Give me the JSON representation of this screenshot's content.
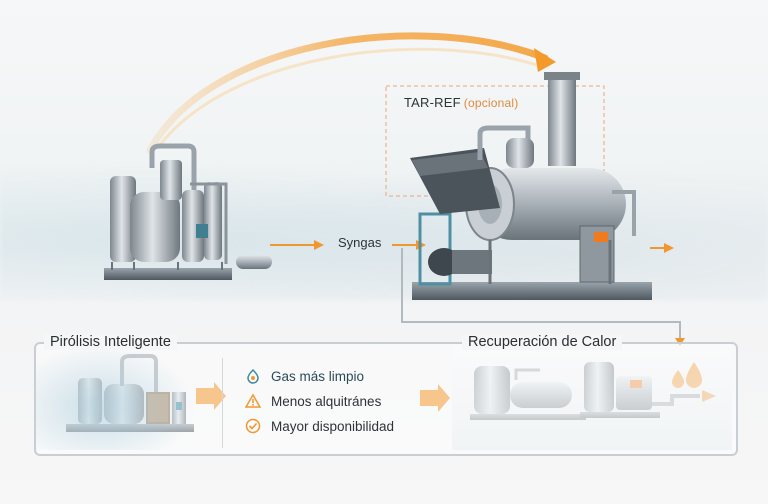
{
  "diagram": {
    "tar_ref": {
      "label": "TAR-REF",
      "note": "(opcional)"
    },
    "syngas_label": "Syngas",
    "sections": {
      "left_title": "Pirólisis Inteligente",
      "right_title": "Recuperación de Calor"
    },
    "benefits": [
      {
        "icon": "flame-droplet-icon",
        "label": "Gas más limpio"
      },
      {
        "icon": "warning-triangle-icon",
        "label": "Menos alquitránes"
      },
      {
        "icon": "check-circle-icon",
        "label": "Mayor disponibilidad"
      }
    ],
    "colors": {
      "accent_orange": "#f0982f",
      "steel": "#a9b1b8",
      "dark_steel": "#5b636a",
      "teal_icon": "#3f8a9a",
      "panel_border": "#c9ced2"
    }
  }
}
